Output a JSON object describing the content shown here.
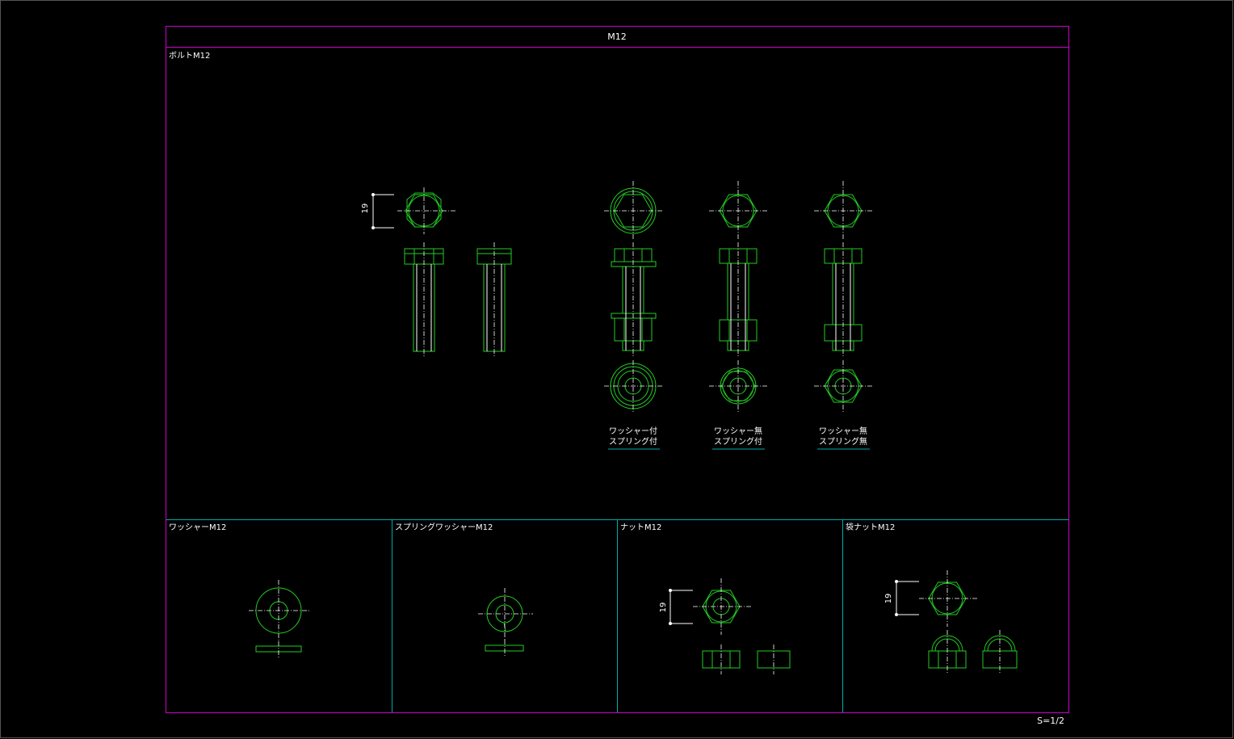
{
  "sheet": {
    "title": "M12",
    "scale": "S=1/2"
  },
  "bolt": {
    "section_label": "ボルトM12",
    "hex_dimension": "19",
    "variants": [
      {
        "line1": "ワッシャー付",
        "line2": "スプリング付"
      },
      {
        "line1": "ワッシャー無",
        "line2": "スプリング付"
      },
      {
        "line1": "ワッシャー無",
        "line2": "スプリング無"
      }
    ]
  },
  "panels": [
    {
      "label": "ワッシャーM12"
    },
    {
      "label": "スプリングワッシャーM12"
    },
    {
      "label": "ナットM12",
      "hex_dimension": "19"
    },
    {
      "label": "袋ナットM12",
      "hex_dimension": "19"
    }
  ],
  "colors": {
    "border": "#cc00cc",
    "divider": "#00aaaa",
    "outline": "#22cc22",
    "centerline": "#ffffff",
    "background": "#000000"
  }
}
